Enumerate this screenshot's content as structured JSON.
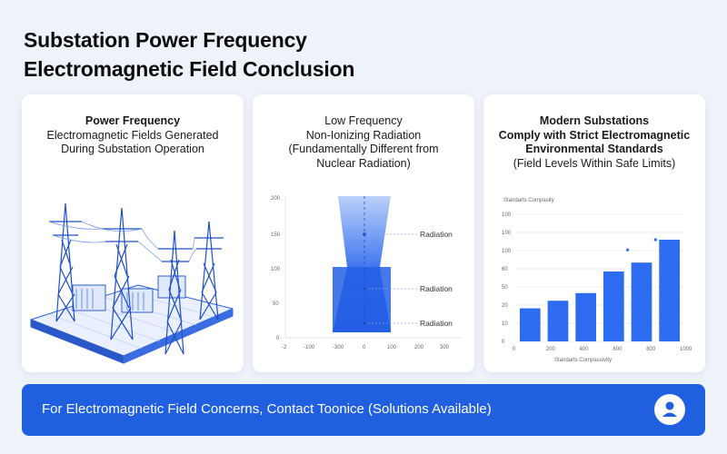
{
  "title": {
    "line1": "Substation Power Frequency",
    "line2": "Electromagnetic Field Conclusion"
  },
  "cards": [
    {
      "heading": [
        "Power Frequency",
        "Electromagnetic Fields Generated",
        "During Substation Operation"
      ]
    },
    {
      "heading": [
        "Low Frequency",
        "Non-Ionizing Radiation",
        "(Fundamentally Different from",
        "Nuclear Radiation)"
      ],
      "chart": {
        "y_ticks": [
          "200",
          "150",
          "100",
          "50",
          "0"
        ],
        "x_ticks": [
          "-2",
          "-100",
          "-300",
          "0",
          "100",
          "200",
          "300"
        ],
        "labels": [
          "Radiation",
          "Radiation",
          "Radiation"
        ]
      }
    },
    {
      "heading": [
        "Modern Substations",
        "Comply with Strict Electromagnetic",
        "Environmental Standards",
        "(Field Levels Within Safe Limits)"
      ]
    }
  ],
  "chart_data": {
    "type": "bar",
    "title": "Standarts Compasity",
    "xlabel": "Standarts Compassivity",
    "x_ticks": [
      "0",
      "200",
      "400",
      "600",
      "800",
      "1000"
    ],
    "y_ticks": [
      "0",
      "10",
      "20",
      "50",
      "60",
      "100",
      "100",
      "100"
    ],
    "values": [
      26,
      32,
      38,
      55,
      62,
      80
    ],
    "points": [
      {
        "bar": 4,
        "value": 72
      },
      {
        "bar": 5,
        "value": 80
      }
    ]
  },
  "cta": {
    "text": "For Electromagnetic Field Concerns, Contact Toonice (Solutions Available)",
    "icon": "user-icon"
  },
  "colors": {
    "accent": "#1f5fe0",
    "bar": "#2d6cf0",
    "background": "#eef2f9"
  }
}
